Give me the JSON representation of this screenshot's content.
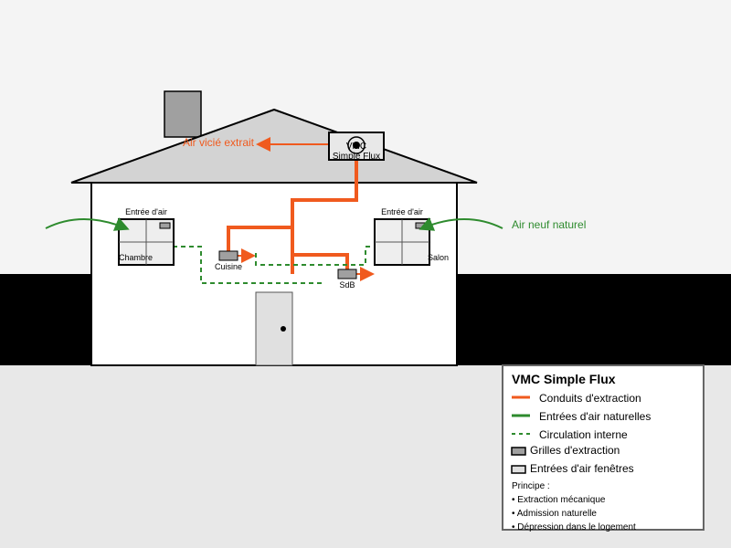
{
  "title": "VMC Simple Flux",
  "vmc_unit": {
    "line1": "VMC",
    "line2": "Simple Flux"
  },
  "labels": {
    "exhaust": "Air vicié extrait",
    "fresh_air": "Air neuf naturel",
    "inlet_left": "Entrée d'air",
    "inlet_right": "Entrée d'air",
    "chambre": "Chambre",
    "salon": "Salon",
    "cuisine": "Cuisine",
    "sdb": "SdB"
  },
  "legend": {
    "title": "VMC Simple Flux",
    "items": [
      {
        "label": "Conduits d'extraction",
        "color": "#e8501e"
      },
      {
        "label": "Entrées d'air naturelles",
        "color": "#2e8b2e"
      },
      {
        "label": "Circulation interne",
        "color": "#2e8b2e"
      },
      {
        "label": "Grilles d'extraction",
        "color": "#a0a0a0"
      },
      {
        "label": "Entrées d'air fenêtres",
        "color": "#e0e0e0"
      }
    ],
    "principle_title": "Principe :",
    "principles": [
      "• Extraction mécanique",
      "• Admission naturelle",
      "• Dépression dans le logement"
    ]
  },
  "colors": {
    "extraction": "#f05a1e",
    "fresh": "#2e8b2e",
    "roof": "#d3d3d3",
    "chimney": "#a0a0a0"
  }
}
